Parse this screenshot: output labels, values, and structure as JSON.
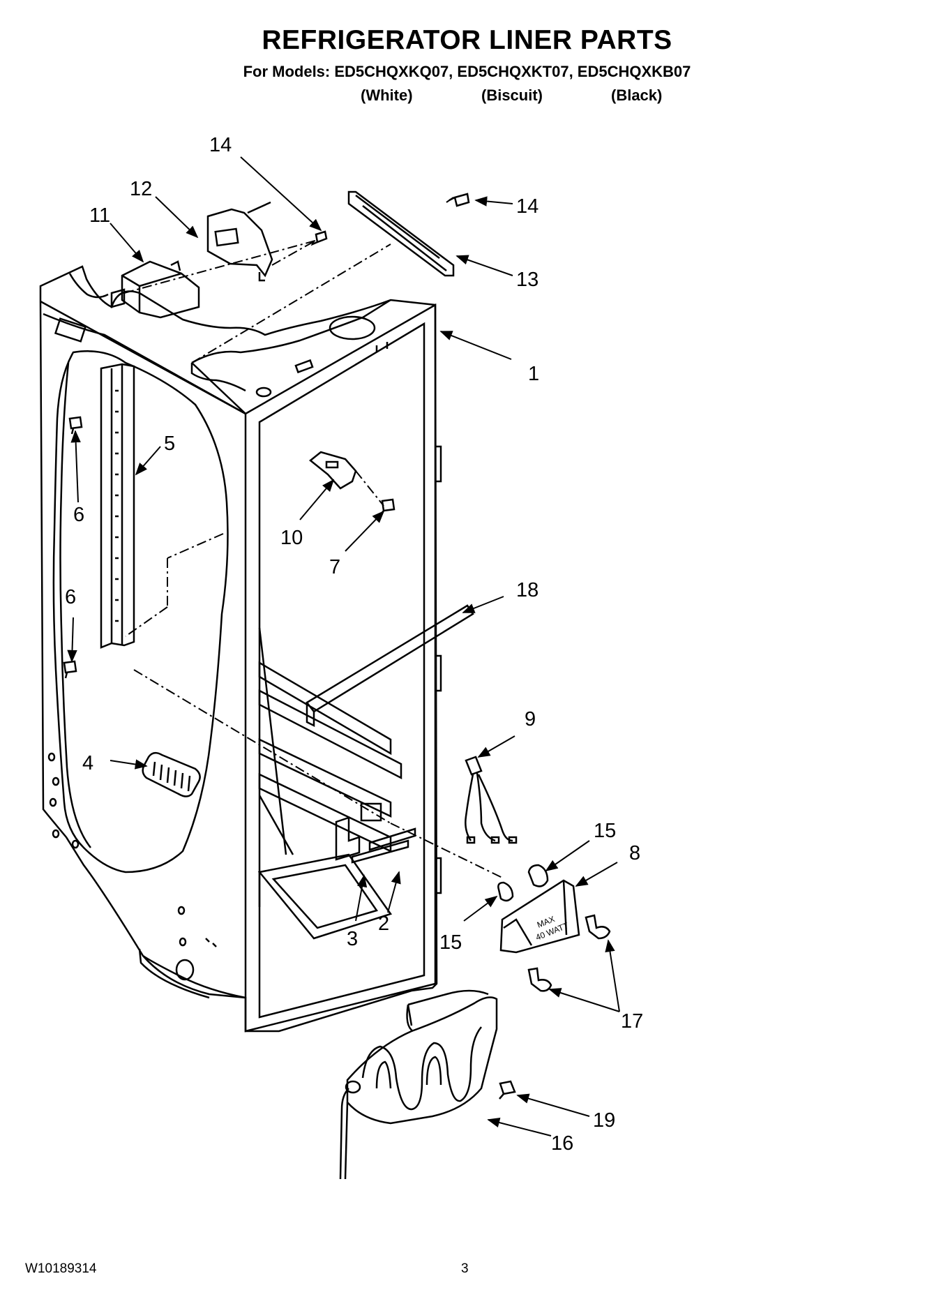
{
  "header": {
    "title": "REFRIGERATOR LINER PARTS",
    "models_line": "For Models: ED5CHQXKQ07, ED5CHQXKT07, ED5CHQXKB07",
    "variants": [
      "(White)",
      "(Biscuit)",
      "(Black)"
    ]
  },
  "diagram": {
    "callouts": [
      "14",
      "12",
      "11",
      "14",
      "13",
      "1",
      "5",
      "6",
      "10",
      "7",
      "18",
      "6",
      "9",
      "4",
      "15",
      "8",
      "15",
      "3",
      "2",
      "17",
      "19",
      "16"
    ],
    "heater_label_line1": "MAX",
    "heater_label_line2": "40 WATT"
  },
  "footer": {
    "doc_number": "W10189314",
    "page_number": "3"
  }
}
